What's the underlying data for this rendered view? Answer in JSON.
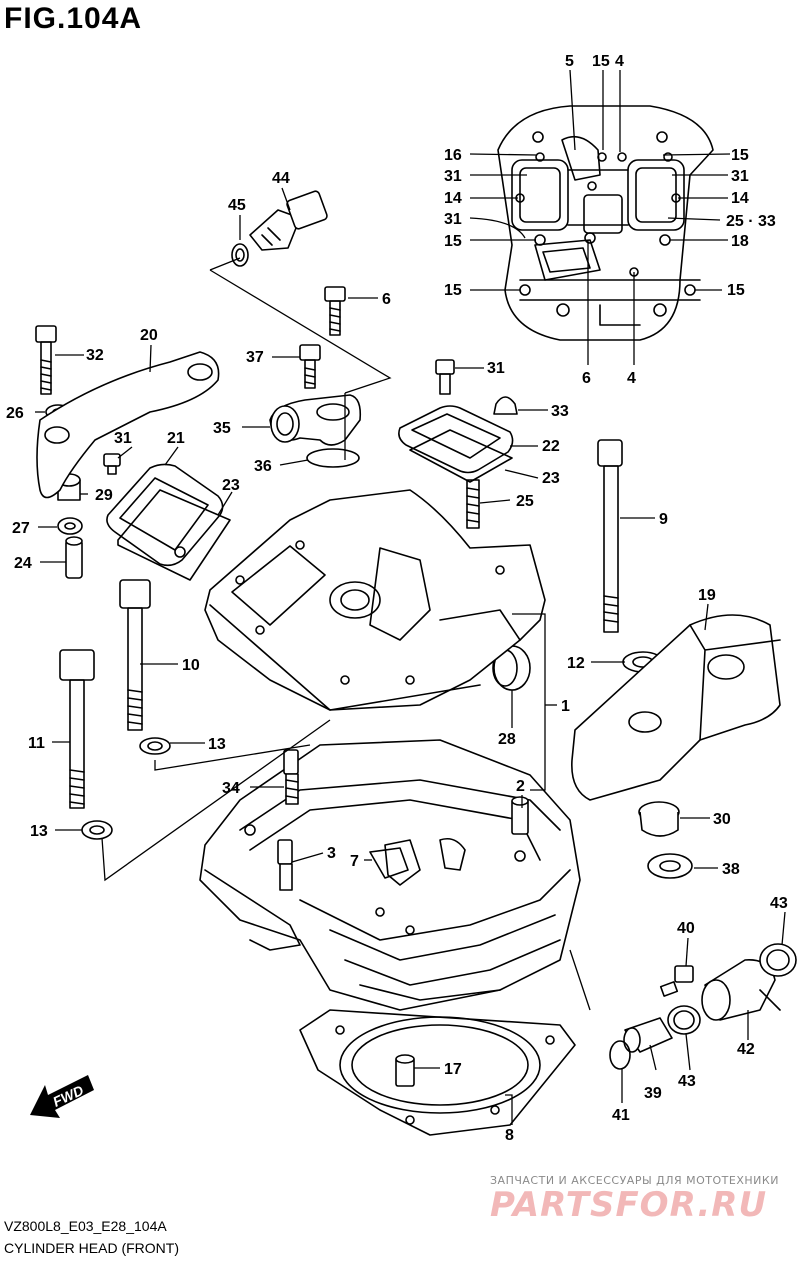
{
  "figure": {
    "title": "FIG.104A",
    "code": "VZ800L8_E03_E28_104A",
    "name": "CYLINDER HEAD (FRONT)"
  },
  "direction_label": "FWD",
  "watermark": {
    "caption": "ЗАПЧАСТИ И АКСЕССУАРЫ ДЛЯ МОТОТЕХНИКИ",
    "logo": "PARTSFOR.RU"
  },
  "labels": {
    "l5": "5",
    "l15a": "15",
    "l4a": "4",
    "l16": "16",
    "l15b": "15",
    "l31a": "31",
    "l31b": "31",
    "l14a": "14",
    "l14b": "14",
    "l31c": "31",
    "l25_33": "25 · 33",
    "l15c": "15",
    "l18": "18",
    "l15d": "15",
    "l15e": "15",
    "l6a": "6",
    "l4b": "4",
    "l44": "44",
    "l45": "45",
    "l6b": "6",
    "l20": "20",
    "l32": "32",
    "l37": "37",
    "l31d": "31",
    "l26": "26",
    "l35": "35",
    "l33": "33",
    "l31e": "31",
    "l21": "21",
    "l22": "22",
    "l36": "36",
    "l23a": "23",
    "l29": "29",
    "l23b": "23",
    "l25": "25",
    "l9": "9",
    "l27": "27",
    "l24": "24",
    "l19": "19",
    "l10": "10",
    "l12": "12",
    "l1": "1",
    "l28": "28",
    "l11": "11",
    "l13a": "13",
    "l2": "2",
    "l34": "34",
    "l30": "30",
    "l13b": "13",
    "l3": "3",
    "l7": "7",
    "l38": "38",
    "l43a": "43",
    "l40": "40",
    "l42": "42",
    "l17": "17",
    "l43b": "43",
    "l39": "39",
    "l41": "41",
    "l8": "8"
  }
}
